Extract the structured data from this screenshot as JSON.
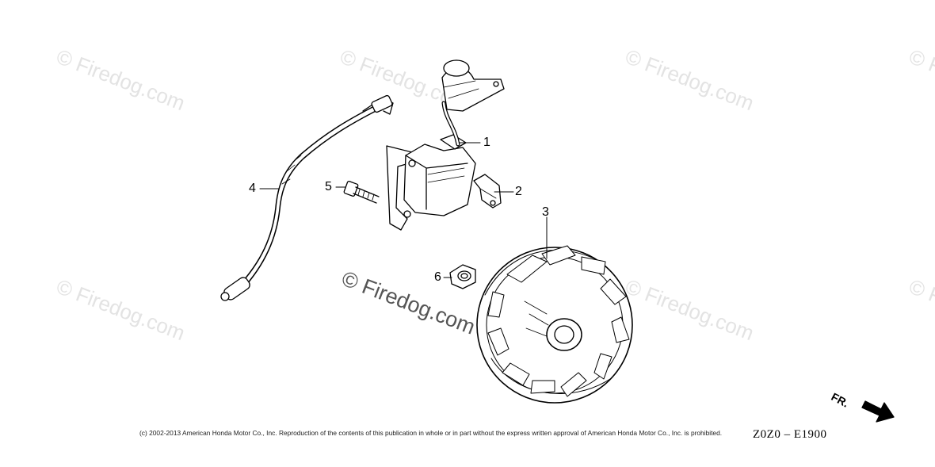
{
  "watermark": {
    "text": "© Firedog.com"
  },
  "callouts": {
    "part_1": "1",
    "part_2": "2",
    "part_3": "3",
    "part_4": "4",
    "part_5": "5",
    "part_6": "6"
  },
  "footer": {
    "copyright": "(c) 2002-2013 American Honda Motor Co., Inc. Reproduction of the contents of this publication in whole or in part without the express written approval of American Honda Motor Co., Inc. is prohibited.",
    "diagram_code": "Z0Z0 – E1900"
  },
  "direction_indicator": {
    "label": "FR."
  }
}
